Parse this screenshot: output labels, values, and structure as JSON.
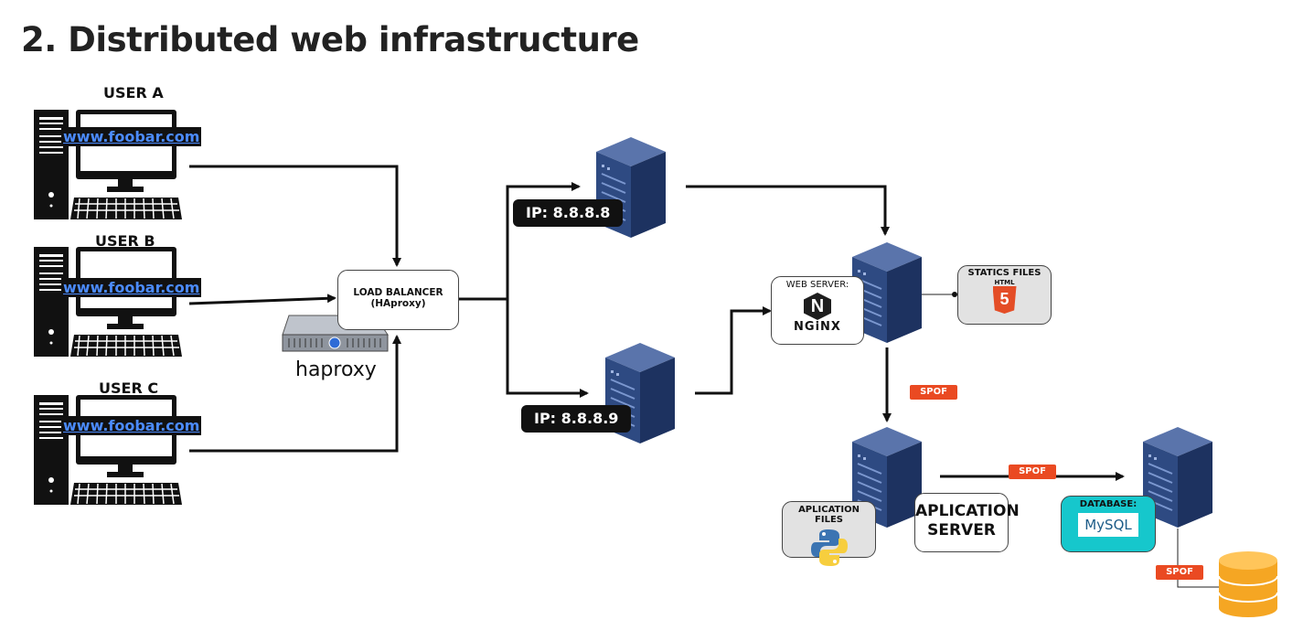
{
  "title": "2. Distributed web infrastructure",
  "users": [
    {
      "label": "USER A",
      "url": "www.foobar.com"
    },
    {
      "label": "USER B",
      "url": "www.foobar.com"
    },
    {
      "label": "USER C",
      "url": "www.foobar.com"
    }
  ],
  "load_balancer": {
    "label": "LOAD BALANCER",
    "sublabel": "(HAproxy)",
    "device_label": "haproxy"
  },
  "servers": [
    {
      "ip": "IP: 8.8.8.8"
    },
    {
      "ip": "IP: 8.8.8.9"
    }
  ],
  "web_server": {
    "label": "WEB SERVER:",
    "logo_text": "NGiNX"
  },
  "statics": {
    "label": "STATICS FILES",
    "logo_text": "HTML"
  },
  "app_files": {
    "label": "APLICATION FILES"
  },
  "app_server": {
    "label": "APLICATION SERVER"
  },
  "database": {
    "label": "DATABASE:",
    "logo_text": "MySQL"
  },
  "spof_label": "SPOF",
  "colors": {
    "server_blue": "#2e4a82",
    "spof": "#ea4a22",
    "db_cyan": "#16c7cc",
    "db_orange": "#f5a623",
    "link": "#4b8bff"
  }
}
